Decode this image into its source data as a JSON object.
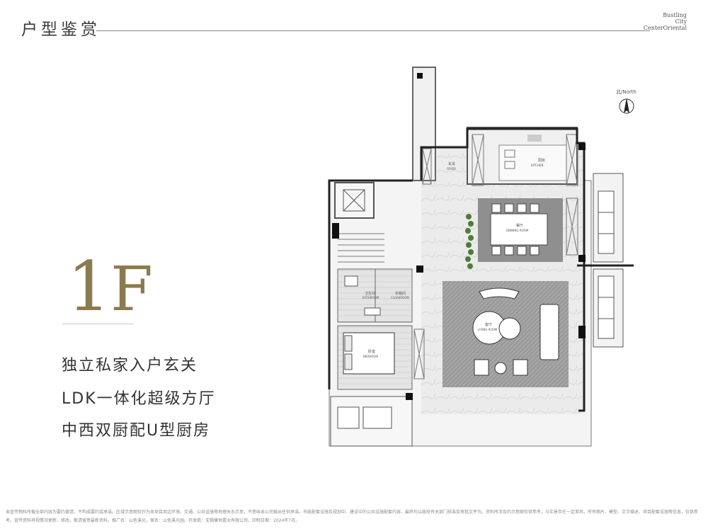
{
  "header": {
    "title": "户型鉴赏",
    "brand_lines": [
      "Bustling",
      "City",
      "CenterOriental"
    ],
    "brand_fine_lines": [
      "",
      "",
      ""
    ]
  },
  "floor": {
    "number": "1",
    "suffix": "F"
  },
  "features": [
    "独立私家入户玄关",
    "LDK一体化超级方厅",
    "中西双厨配U型厨房"
  ],
  "compass": {
    "label": "北/North"
  },
  "rooms": {
    "foyer": {
      "cn": "玄关",
      "en": "FOYER"
    },
    "kitchen": {
      "cn": "厨房",
      "en": "KITCHEN"
    },
    "dining": {
      "cn": "餐厅",
      "en": "DINNING ROOM"
    },
    "bathroom": {
      "cn": "卫生间",
      "en": "BATHROOM"
    },
    "cloakroom": {
      "cn": "衣帽间",
      "en": "CLOAKROOM"
    },
    "living": {
      "cn": "客厅",
      "en": "LIVING ROOM"
    },
    "bedroom": {
      "cn": "卧室",
      "en": "BEDROOM"
    }
  },
  "disclaimer": "本宣传物料所载全部内容为要约邀请，不构成要约或承诺。区域示意图仅作为本项目周边环境、交通、公共设施等地理关系示意，不意味本公司做出任何承诺。市政配套设施及规划中、建设中的公共设施配套内容，最终均以政府有关部门核准及审批文件为。资料所涉及的示意图仅供参考，与实景存在一定差异。所有图片、模型、文字描述、项目配套设施等信息，仅供参考。宣传资料将视情况更新、修改，敬请留意最新资料。推广名：山色溪光，案名：山色溪光园。开发商：无锡康恒置业有限公司。印制日期：2024年7月。",
  "colors": {
    "accent_gold": "#8c7a4f",
    "text": "#333333"
  }
}
